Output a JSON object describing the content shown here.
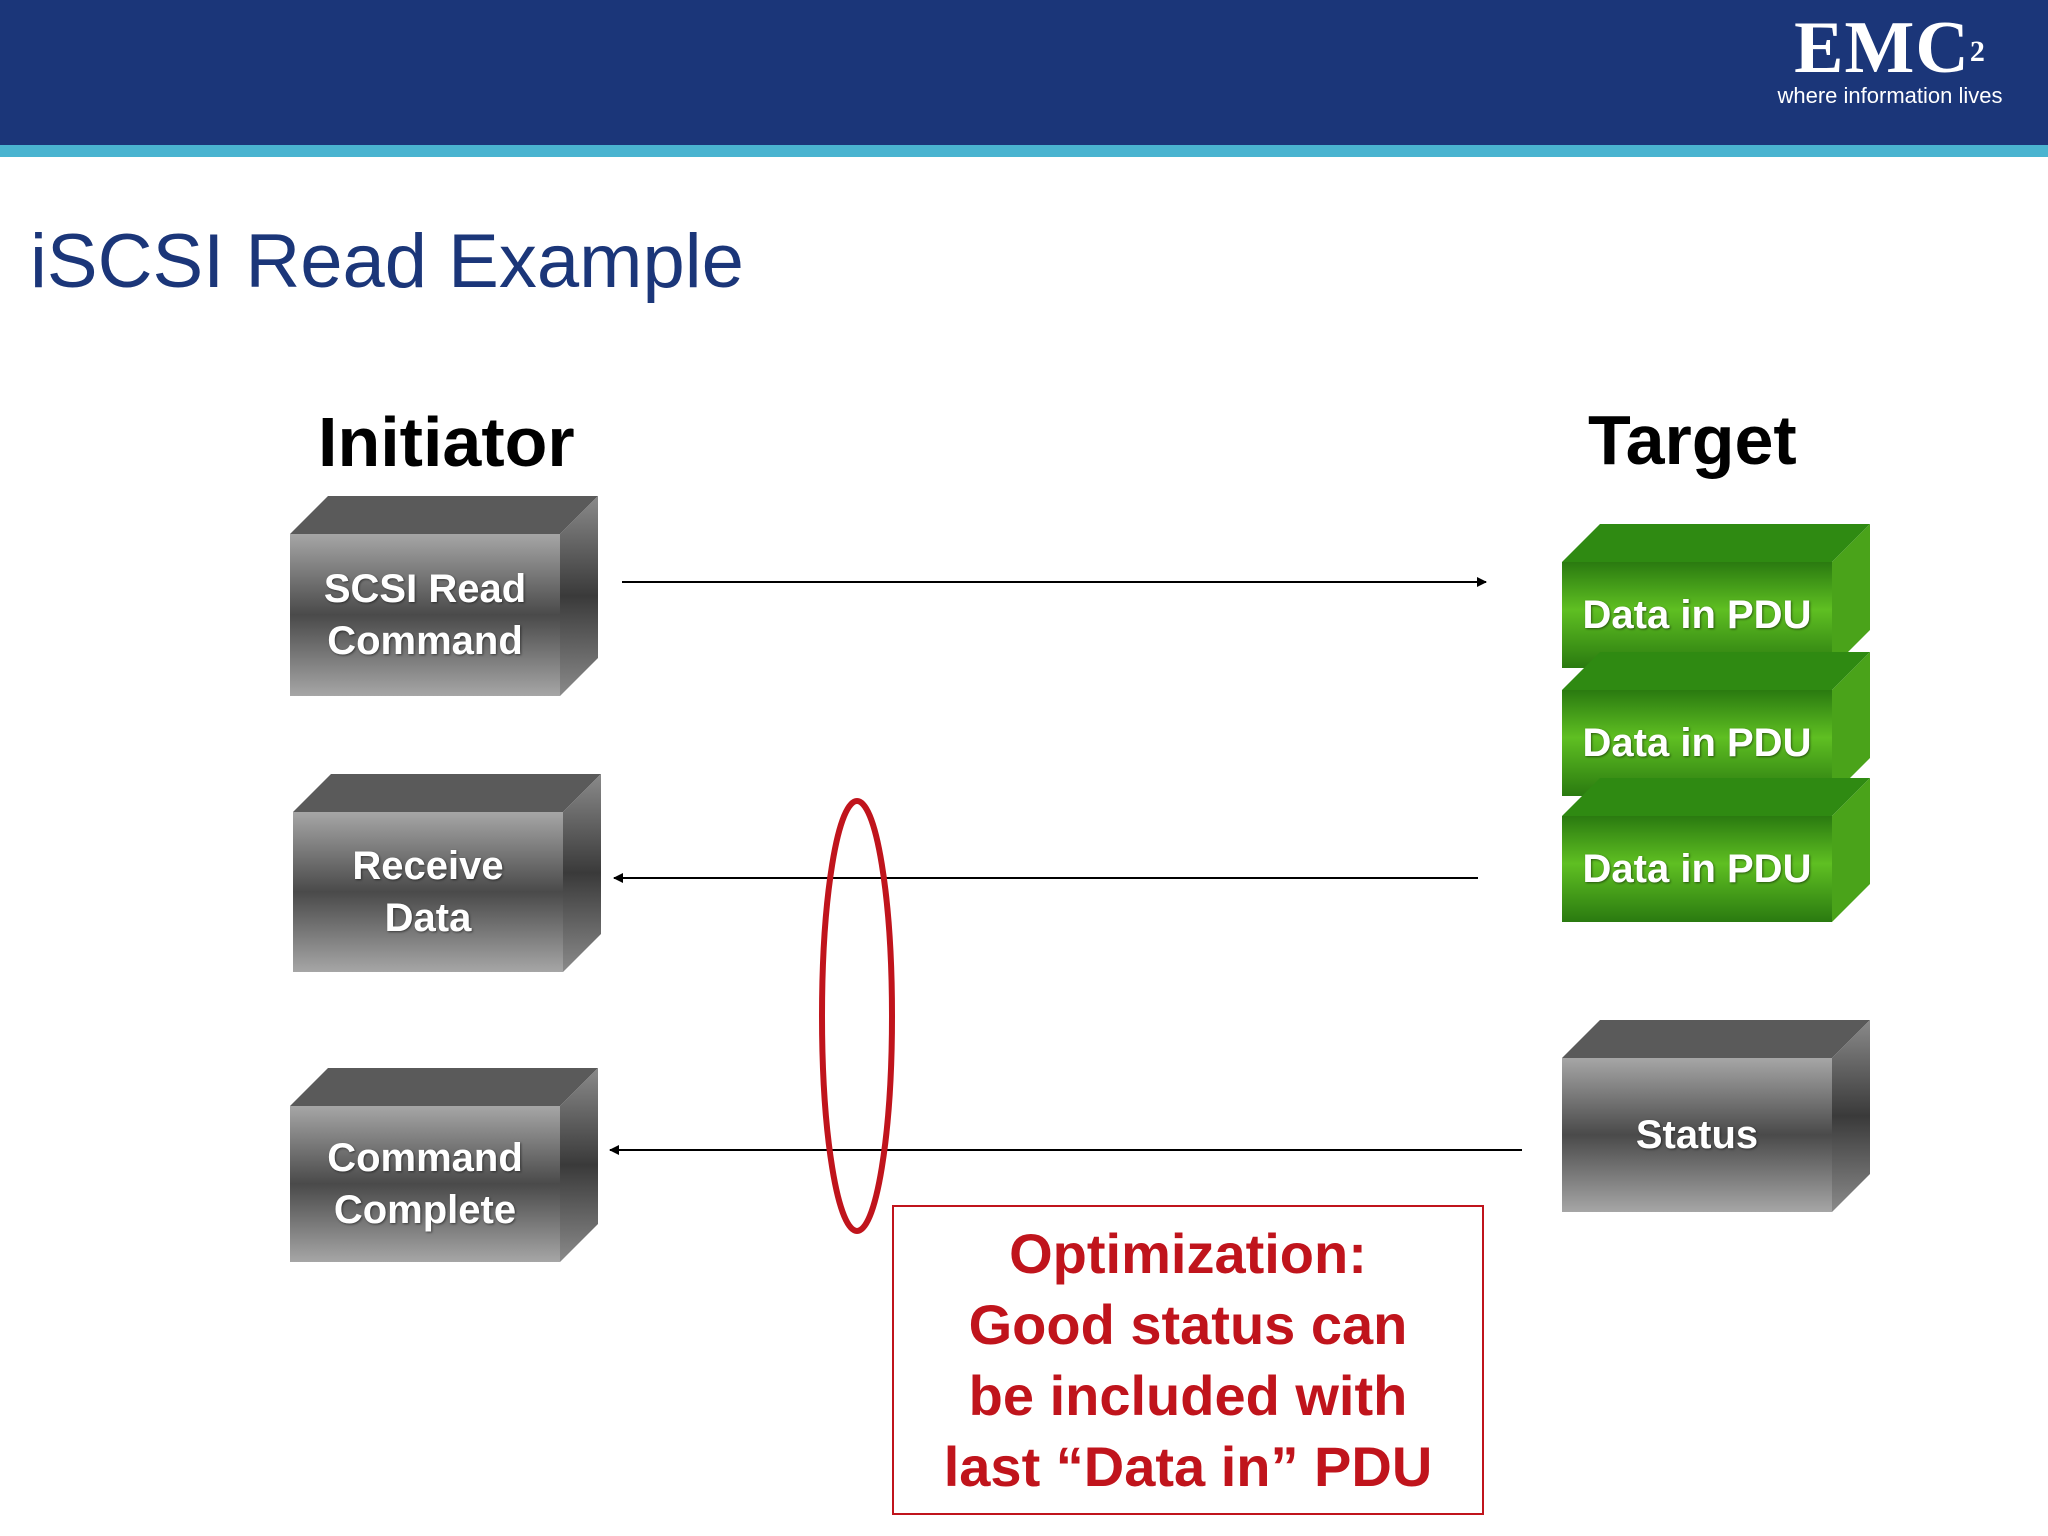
{
  "header": {
    "logo_text": "EMC",
    "logo_superscript": "2",
    "logo_tagline": "where information lives",
    "bar_color": "#1b3679",
    "stripe_color": "#4ab4d0"
  },
  "title": "iSCSI Read Example",
  "initiator": {
    "heading": "Initiator",
    "boxes": [
      {
        "label": "SCSI Read\nCommand"
      },
      {
        "label": "Receive\nData"
      },
      {
        "label": "Command\nComplete"
      }
    ]
  },
  "target": {
    "heading": "Target",
    "boxes": [
      {
        "label": "Data in PDU",
        "color": "green"
      },
      {
        "label": "Data in PDU",
        "color": "green"
      },
      {
        "label": "Data in PDU",
        "color": "green"
      },
      {
        "label": "Status",
        "color": "gray"
      }
    ]
  },
  "note": {
    "text": "Optimization:\nGood status can\nbe included with\nlast “Data in” PDU",
    "color": "#c0141c"
  }
}
